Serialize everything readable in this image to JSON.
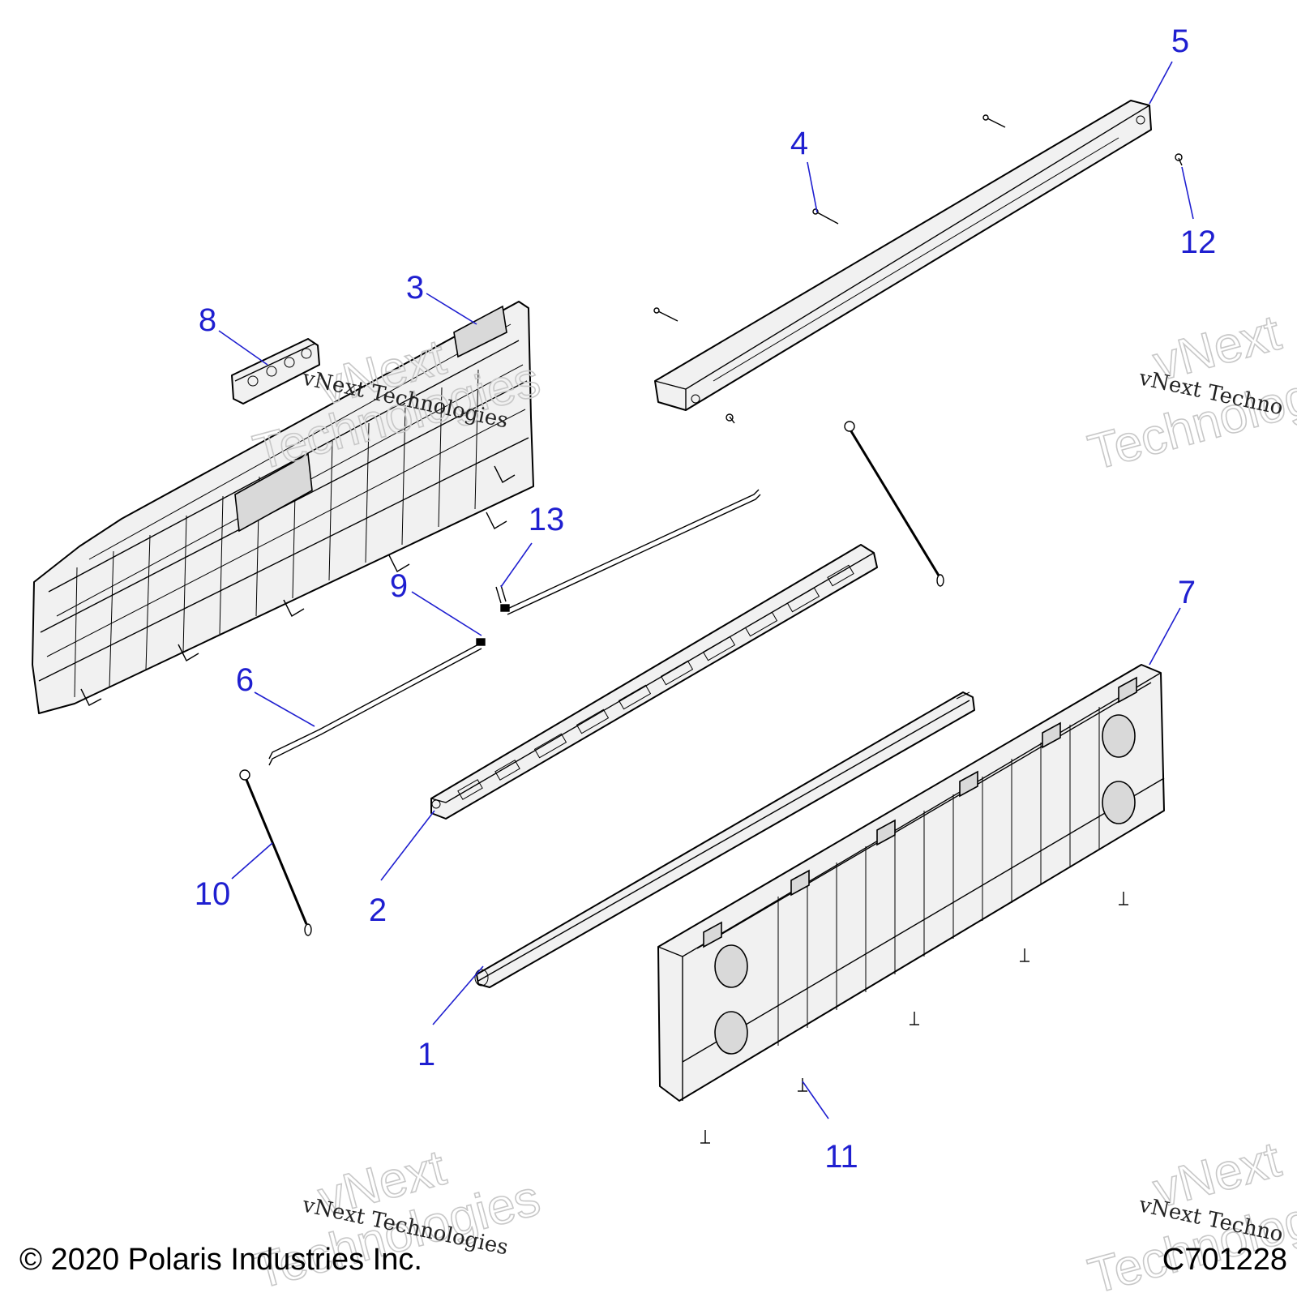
{
  "callouts": [
    {
      "id": "1",
      "label": "1"
    },
    {
      "id": "2",
      "label": "2"
    },
    {
      "id": "3",
      "label": "3"
    },
    {
      "id": "4",
      "label": "4"
    },
    {
      "id": "5",
      "label": "5"
    },
    {
      "id": "6",
      "label": "6"
    },
    {
      "id": "7",
      "label": "7"
    },
    {
      "id": "8",
      "label": "8"
    },
    {
      "id": "9",
      "label": "9"
    },
    {
      "id": "10",
      "label": "10"
    },
    {
      "id": "11",
      "label": "11"
    },
    {
      "id": "12",
      "label": "12"
    },
    {
      "id": "13",
      "label": "13"
    }
  ],
  "watermark": {
    "line1": "vNext",
    "line2": "Technologies",
    "line3": "vNext Technologies",
    "line3_cut": "vNext Techno"
  },
  "footer": {
    "copyright": "© 2020 Polaris Industries Inc.",
    "figure_code": "C701228"
  },
  "colors": {
    "callout": "#1f1fd0",
    "part_fill": "#f1f1f1",
    "outline": "#000000"
  }
}
